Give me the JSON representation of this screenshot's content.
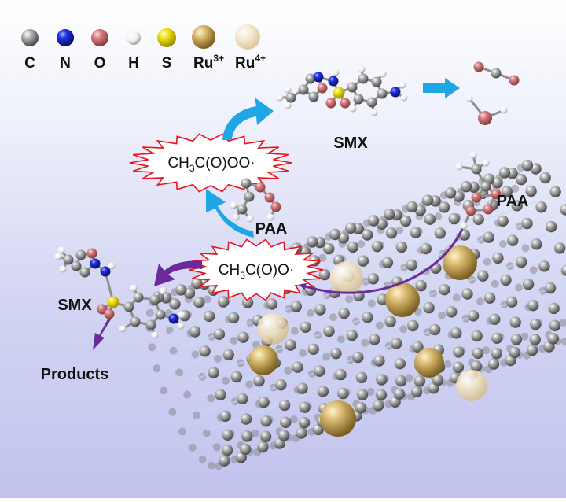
{
  "legend": {
    "items": [
      {
        "symbol": "C",
        "color": "#9a9a9a"
      },
      {
        "symbol": "N",
        "color": "#1422d8"
      },
      {
        "symbol": "O",
        "color": "#d07c7c"
      },
      {
        "symbol": "H",
        "color": "#f4f4f4"
      },
      {
        "symbol": "S",
        "color": "#f0e21a"
      },
      {
        "symbol": "Ru",
        "sup": "3+",
        "color": "#a88a3c"
      },
      {
        "symbol": "Ru",
        "sup": "4+",
        "color": "#ecdcb8"
      }
    ]
  },
  "labels": {
    "smx_top": "SMX",
    "smx_left": "SMX",
    "paa_right": "PAA",
    "paa_mid": "PAA",
    "products": "Products"
  },
  "radicals": {
    "peroxyl": {
      "p1": "CH",
      "sub": "3",
      "p2": "C(O)OO·"
    },
    "alkoxyl": {
      "p1": "CH",
      "sub": "3",
      "p2": "C(O)O·"
    }
  },
  "colors": {
    "cyan_arrow": "#1fa6e6",
    "purple_arrow": "#6a2a9c",
    "burst_stroke": "#e8141e"
  }
}
